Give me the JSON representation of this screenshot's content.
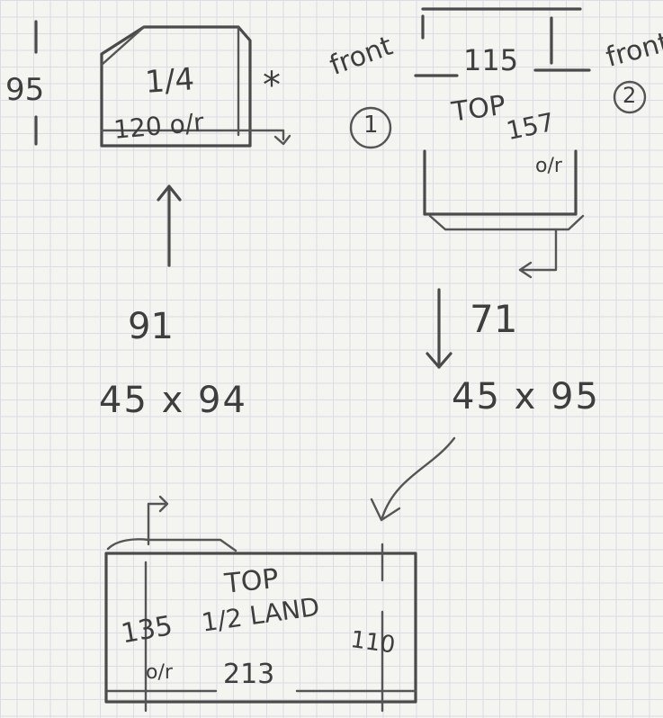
{
  "panel_1": {
    "height_label": "95",
    "fraction_label": "1/4",
    "width_label": "120 o/r",
    "marker": "*"
  },
  "panel_2": {
    "label_left": "front",
    "circle_left": "1",
    "label_right": "front",
    "circle_right": "2",
    "top_dim": "115",
    "side_label": "TOP",
    "depth_label": "157",
    "offset_label": "o/r"
  },
  "transitions": {
    "left_code": "91",
    "left_size": "45 x 94",
    "right_code": "71",
    "right_size": "45 x 95"
  },
  "panel_3": {
    "side_label": "TOP",
    "fraction_label": "1/2 LAND",
    "left_dim": "135",
    "right_dim": "110",
    "offset_label": "o/r",
    "width_label": "213"
  }
}
